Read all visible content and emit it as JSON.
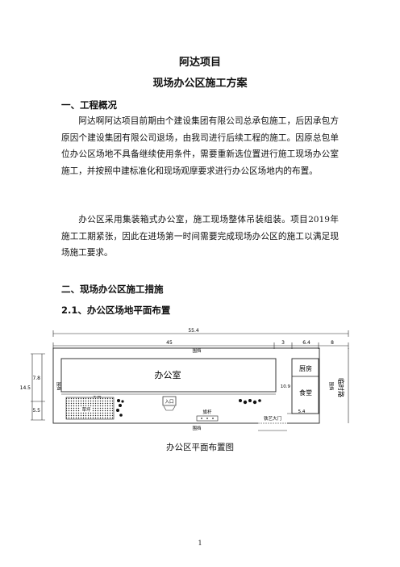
{
  "doc": {
    "title": "阿达项目",
    "subtitle": "现场办公区施工方案",
    "section1": "一、工程概况",
    "para1": "阿达啊阿达项目前期由个建设集团有限公司总承包施工，后因承包方原因个建设集团有限公司退场，由我司进行后续工程的施工。因原总包单位办公区场地不具备继续使用条件，需要重新选位置进行施工现场办公室施工，并按照中建标准化和现场观摩要求进行办公区场地内的布置。",
    "para2": "办公区采用集装箱式办公室，施工现场整体吊装组装。项目2019年施工工期紧张，因此在进场第一时间需要完成现场办公区的施工以满足现场施工要求。",
    "section2": "二、现场办公区施工措施",
    "section2_1": "2.1、办公区场地平面布置",
    "figure_caption": "办公区平面布置图",
    "page_number": "1"
  },
  "plan": {
    "dim_total": "55.4",
    "dim_office": "45",
    "dim_gap": "3",
    "dim_kitchen": "6.4",
    "dim_road": "8",
    "dim_left_upper": "7.8",
    "dim_left_total": "14.5",
    "dim_left_lower": "5.5",
    "dim_kitchen_height": "10.9",
    "dim_gate": "5.4",
    "office_label": "办公室",
    "kitchen_label": "厨房",
    "canteen_label": "食堂",
    "corridor_label": "走廊",
    "lawn_label": "草坪",
    "entrance_label": "入口",
    "flagpole_label": "旗杆",
    "gate_label": "铁艺大门",
    "wall_top": "围挡",
    "wall_bottom": "围挡",
    "wall_left": "围挡",
    "wall_right": "围挡",
    "road_label": "临时路"
  }
}
